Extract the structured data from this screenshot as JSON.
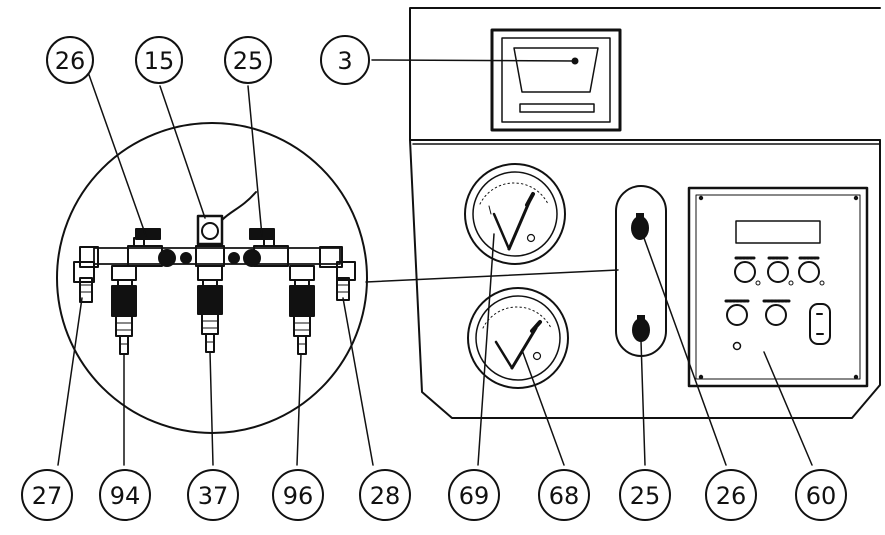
{
  "callouts": {
    "top": [
      {
        "id": "t1",
        "label": "26"
      },
      {
        "id": "t2",
        "label": "15"
      },
      {
        "id": "t3",
        "label": "25"
      },
      {
        "id": "t4",
        "label": "3"
      }
    ],
    "bottom": [
      {
        "id": "b1",
        "label": "27"
      },
      {
        "id": "b2",
        "label": "94"
      },
      {
        "id": "b3",
        "label": "37"
      },
      {
        "id": "b4",
        "label": "96"
      },
      {
        "id": "b5",
        "label": "28"
      },
      {
        "id": "b6",
        "label": "69"
      },
      {
        "id": "b7",
        "label": "68"
      },
      {
        "id": "b8",
        "label": "25"
      },
      {
        "id": "b9",
        "label": "26"
      },
      {
        "id": "b10",
        "label": "60"
      }
    ]
  },
  "control_panel": {
    "button_labels": [
      "",
      "",
      "",
      "",
      ""
    ]
  }
}
